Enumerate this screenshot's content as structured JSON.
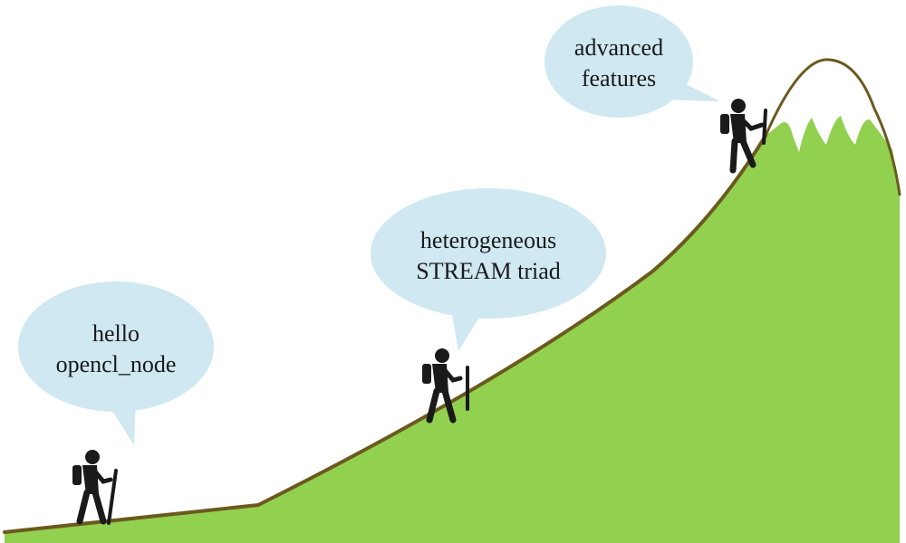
{
  "colors": {
    "ground_fill": "#92d050",
    "ground_outline": "#6b5a1e",
    "snow": "#ffffff",
    "bubble": "#cfe8f1",
    "hiker": "#1a1a1a"
  },
  "milestones": [
    {
      "lines": [
        "hello",
        "opencl_node"
      ]
    },
    {
      "lines": [
        "heterogeneous",
        "STREAM triad"
      ]
    },
    {
      "lines": [
        "advanced",
        "features"
      ]
    }
  ]
}
